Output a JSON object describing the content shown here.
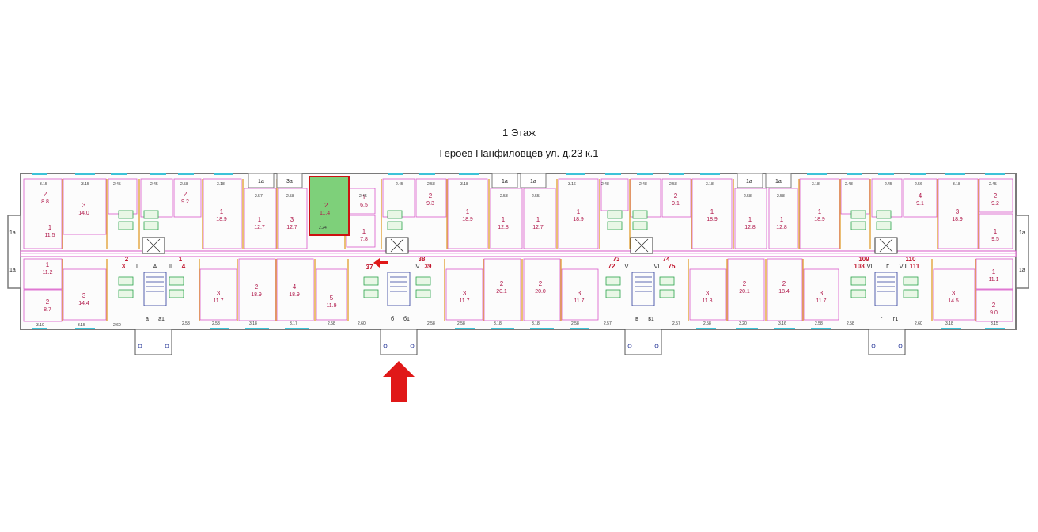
{
  "header": {
    "floor": "1 Этаж",
    "address": "Героев Панфиловцев ул. д.23 к.1"
  },
  "colors": {
    "wall": "#7a7a7a",
    "inner_wall": "#e3a33a",
    "room_outline": "#d858c8",
    "window": "#3cc3d8",
    "label": "#b0184a",
    "highlight_fill": "#7ed07a",
    "highlight_border": "#cc1111",
    "arrow": "#e01818"
  },
  "highlight": {
    "room": "2",
    "area": "11.4"
  },
  "top_rooms": [
    {
      "n": "2",
      "a": "8.8"
    },
    {
      "n": "3",
      "a": "14.0"
    },
    {
      "n": "1",
      "a": "11.5"
    },
    {
      "n": "2",
      "a": "9.2"
    },
    {
      "n": "1",
      "a": "18.9"
    },
    {
      "n": "1",
      "a": "12.7"
    },
    {
      "n": "3",
      "a": "12.7"
    },
    {
      "n": "1",
      "a": "6.5"
    },
    {
      "n": "1",
      "a": "7.8"
    },
    {
      "n": "2",
      "a": "9.3"
    },
    {
      "n": "1",
      "a": "18.9"
    },
    {
      "n": "1",
      "a": "12.8"
    },
    {
      "n": "1",
      "a": "12.7"
    },
    {
      "n": "1",
      "a": "18.9"
    },
    {
      "n": "2",
      "a": "9.1"
    },
    {
      "n": "1",
      "a": "18.9"
    },
    {
      "n": "1",
      "a": "12.8"
    },
    {
      "n": "1",
      "a": "12.8"
    },
    {
      "n": "1",
      "a": "18.9"
    },
    {
      "n": "4",
      "a": "9.1"
    },
    {
      "n": "3",
      "a": "18.9"
    },
    {
      "n": "2",
      "a": "9.2"
    },
    {
      "n": "1",
      "a": "9.5"
    }
  ],
  "bottom_rooms": [
    {
      "n": "1",
      "a": "11.2"
    },
    {
      "n": "3",
      "a": "14.4"
    },
    {
      "n": "2",
      "a": "8.7"
    },
    {
      "n": "3",
      "a": "11.7"
    },
    {
      "n": "2",
      "a": "18.9"
    },
    {
      "n": "4",
      "a": "18.9"
    },
    {
      "n": "5",
      "a": "11.9"
    },
    {
      "n": "3",
      "a": "11.7"
    },
    {
      "n": "2",
      "a": "20.1"
    },
    {
      "n": "2",
      "a": "20.0"
    },
    {
      "n": "3",
      "a": "11.7"
    },
    {
      "n": "3",
      "a": "11.8"
    },
    {
      "n": "2",
      "a": "20.1"
    },
    {
      "n": "2",
      "a": "18.4"
    },
    {
      "n": "3",
      "a": "11.7"
    },
    {
      "n": "3",
      "a": "14.5"
    },
    {
      "n": "1",
      "a": "11.1"
    },
    {
      "n": "2",
      "a": "9.0"
    }
  ],
  "sections": [
    "I",
    "A",
    "II",
    "IV",
    "V",
    "VI",
    "VII",
    "Г",
    "VIII"
  ],
  "apartments": [
    "2",
    "3",
    "1",
    "4",
    "37",
    "38",
    "39",
    "73",
    "72",
    "74",
    "75",
    "109",
    "108",
    "110",
    "111"
  ],
  "entrances": [
    "а",
    "а1",
    "б",
    "б1",
    "в",
    "в1",
    "г",
    "г1"
  ]
}
